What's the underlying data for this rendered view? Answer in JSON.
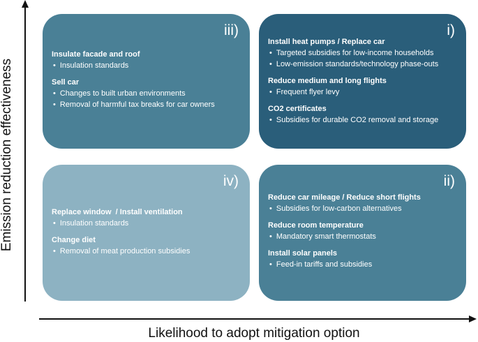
{
  "axes": {
    "y_label": "Emission reduction effectiveness",
    "x_label": "Likelihood to adopt mitigation option"
  },
  "quadrants": {
    "iii": {
      "numeral": "iii)",
      "groups": [
        {
          "heading": "Insulate facade and roof",
          "bullets": [
            "Insulation standards"
          ]
        },
        {
          "heading": "Sell car",
          "bullets": [
            "Changes to built urban environments",
            "Removal of harmful tax breaks for car owners"
          ]
        }
      ]
    },
    "i": {
      "numeral": "i)",
      "groups": [
        {
          "heading": "Install heat pumps / Replace car",
          "bullets": [
            "Targeted subsidies for low-income households",
            "Low-emission standards/technology phase-outs"
          ]
        },
        {
          "heading": "Reduce medium and long flights",
          "bullets": [
            "Frequent flyer levy"
          ]
        },
        {
          "heading": "CO2 certificates",
          "bullets": [
            "Subsidies for durable CO2 removal and storage"
          ]
        }
      ]
    },
    "iv": {
      "numeral": "iv)",
      "groups": [
        {
          "heading": "Replace window  / Install ventilation",
          "bullets": [
            "Insulation standards"
          ]
        },
        {
          "heading": "Change diet",
          "bullets": [
            "Removal of meat production subsidies"
          ]
        }
      ]
    },
    "ii": {
      "numeral": "ii)",
      "groups": [
        {
          "heading": "Reduce car mileage / Reduce short flights",
          "bullets": [
            "Subsidies for low-carbon alternatives"
          ]
        },
        {
          "heading": "Reduce room temperature",
          "bullets": [
            "Mandatory smart thermostats"
          ]
        },
        {
          "heading": "Install solar panels",
          "bullets": [
            "Feed-in tariffs and subsidies"
          ]
        }
      ]
    }
  }
}
